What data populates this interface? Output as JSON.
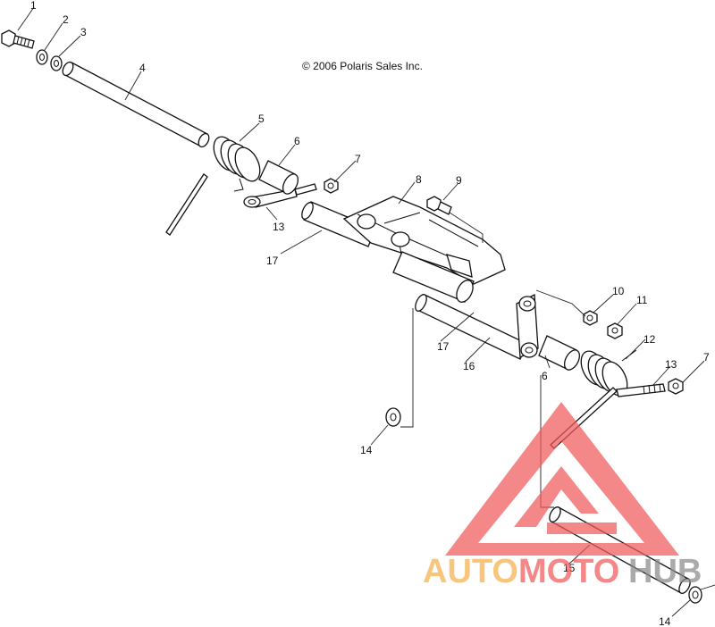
{
  "copyright": "© 2006 Polaris Sales Inc.",
  "watermark": {
    "part1": "AUTO",
    "part2": "MOTO",
    "part3": "HUB",
    "color_orange": "#f4b04a",
    "color_red": "#f05a5a",
    "color_gray": "#8a8a8a"
  },
  "callouts": [
    "1",
    "2",
    "3",
    "4",
    "5",
    "6",
    "7",
    "8",
    "9",
    "10",
    "11",
    "12",
    "13",
    "7",
    "6",
    "13",
    "17",
    "17",
    "16",
    "14",
    "15",
    "14"
  ]
}
